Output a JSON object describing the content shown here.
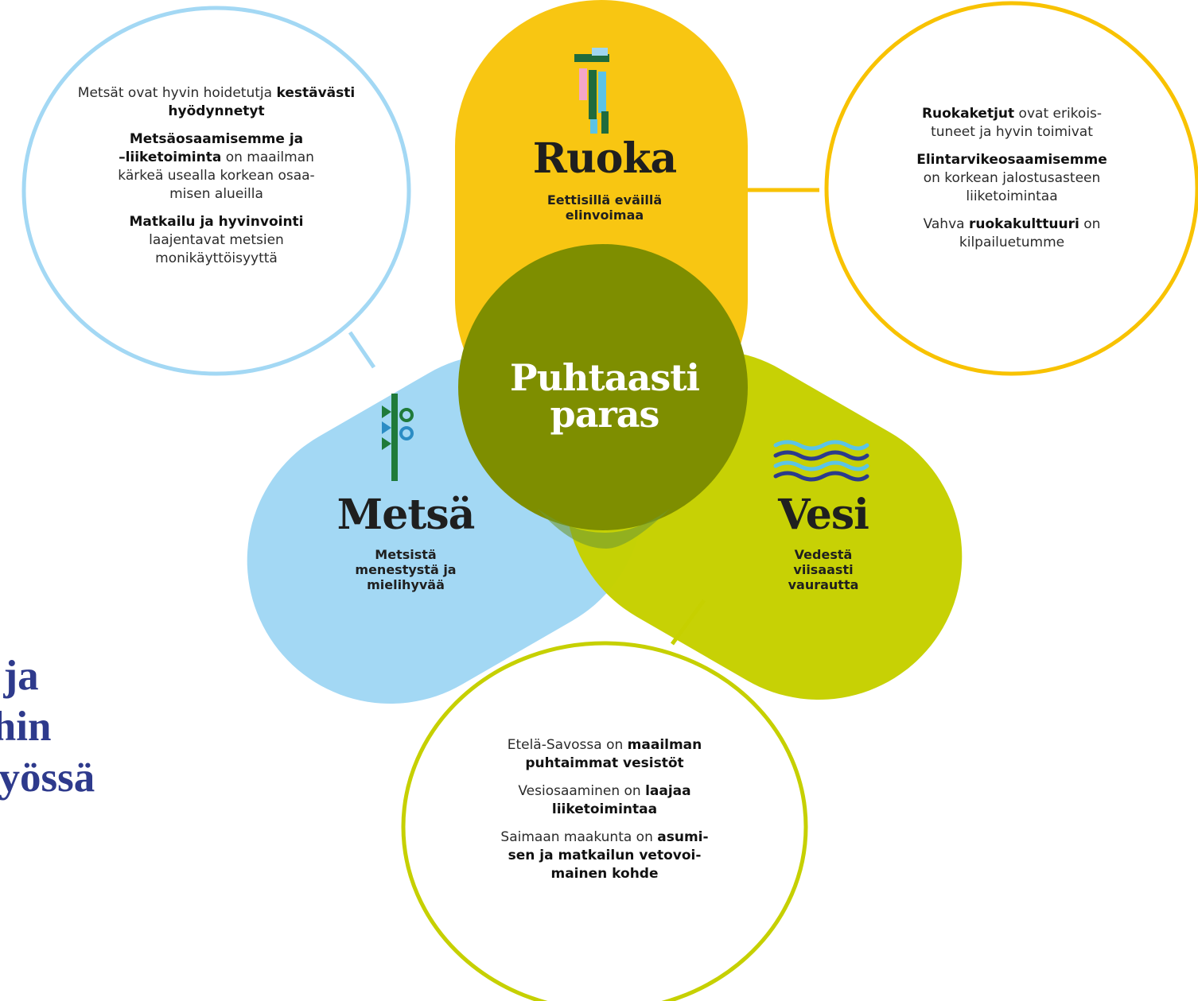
{
  "center": {
    "line1": "Puhtaasti",
    "line2": "paras"
  },
  "petals": {
    "ruoka": {
      "title": "Ruoka",
      "sub1": "Eettisillä eväillä",
      "sub2": "elinvoimaa",
      "icon": "person-icon",
      "color": "#f8c200"
    },
    "metsa": {
      "title": "Metsä",
      "sub1": "Metsistä",
      "sub2": "menestystä ja",
      "sub3": "mielihyvää",
      "icon": "tree-icon",
      "color": "#a3d8f4"
    },
    "vesi": {
      "title": "Vesi",
      "sub1": "Vedestä",
      "sub2": "viisaasti",
      "sub3": "vaurautta",
      "icon": "waves-icon",
      "color": "#c6d000"
    }
  },
  "circles": {
    "metsa": [
      [
        "Metsät ovat hyvin hoidetut",
        "ja ",
        {
          "b": "kestävästi hyödynnetyt"
        }
      ],
      [
        {
          "b": "Metsäosaamisemme ja"
        },
        "\n",
        {
          "b": "–liiketoiminta"
        },
        " on maailman",
        "\n",
        "kärkeä usealla korkean osaa-",
        "\n",
        "misen alueilla"
      ],
      [
        {
          "b": "Matkailu ja hyvinvointi"
        },
        "\n",
        "laajentavat metsien",
        "\n",
        "monikäyttöisyyttä"
      ]
    ],
    "ruoka": [
      [
        {
          "b": "Ruokaketjut"
        },
        " ovat erikois-",
        "\n",
        "tuneet ja hyvin toimivat"
      ],
      [
        {
          "b": "Elintarvikeosaamisemme"
        },
        "\n",
        "on korkean jalostusasteen",
        "\n",
        "liiketoimintaa"
      ],
      [
        "Vahva ",
        {
          "b": "ruokakulttuuri"
        },
        " on",
        "\n",
        "kilpailuetumme"
      ]
    ],
    "vesi": [
      [
        "Etelä-Savossa on ",
        {
          "b": "maailman"
        },
        "\n",
        {
          "b": "puhtaimmat vesistöt"
        }
      ],
      [
        "Vesiosaaminen on ",
        {
          "b": "laajaa"
        },
        "\n",
        {
          "b": "liiketoimintaa"
        }
      ],
      [
        "Saimaan maakunta on ",
        {
          "b": "asumi-"
        },
        "\n",
        {
          "b": "sen ja matkailun vetovoi-"
        },
        "\n",
        {
          "b": "mainen kohde"
        }
      ]
    ]
  },
  "side_heading": {
    "line1": "egia ja",
    "line2": "yat mihin",
    "line3": "nistyössä",
    "color": "#2e3a8c"
  }
}
